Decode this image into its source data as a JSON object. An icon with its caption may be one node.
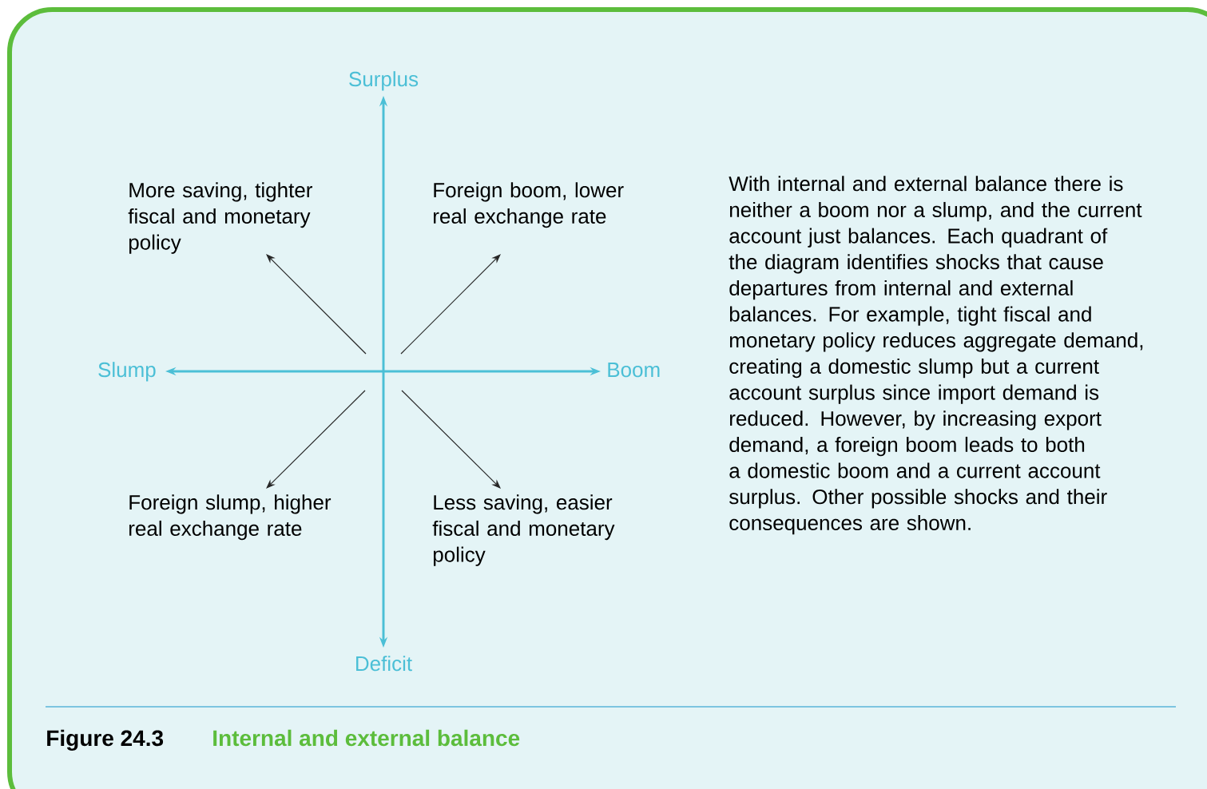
{
  "diagram": {
    "caption": "Internal and external balance",
    "nodes": [
      {
        "text": [
          "More saving, tighter fiscal and monetary policy"
        ]
      },
      {
        "text": [
          "Foreign boom, lower real exchange rate"
        ]
      },
      {
        "text": [
          "Foreign slump, higher real exchange rate"
        ]
      },
      {
        "text": [
          "Less saving, easier fiscal and monetary policy"
        ]
      }
    ],
    "edges": [
      {
        "from": null,
        "to": 0,
        "arrow": "to"
      },
      {
        "from": null,
        "to": 1,
        "arrow": "to"
      },
      {
        "from": null,
        "to": 2,
        "arrow": "to"
      },
      {
        "from": null,
        "to": 3,
        "arrow": "to"
      }
    ],
    "labels": [
      "Surplus",
      "Slump",
      "Boom",
      "Deficit",
      "With internal and external balance there is neither a boom nor a slump, and the current account just balances. Each quadrant of the diagram identifies shocks that cause departures from internal and external balances. For example, tight fiscal and monetary policy reduces aggregate demand, creating a domestic slump but a current account surplus since import demand is reduced. However, by increasing export demand, a foreign boom leads to both a domestic boom and a current account surplus. Other possible shocks and their consequences are shown.",
      "Figure 24.3"
    ]
  }
}
